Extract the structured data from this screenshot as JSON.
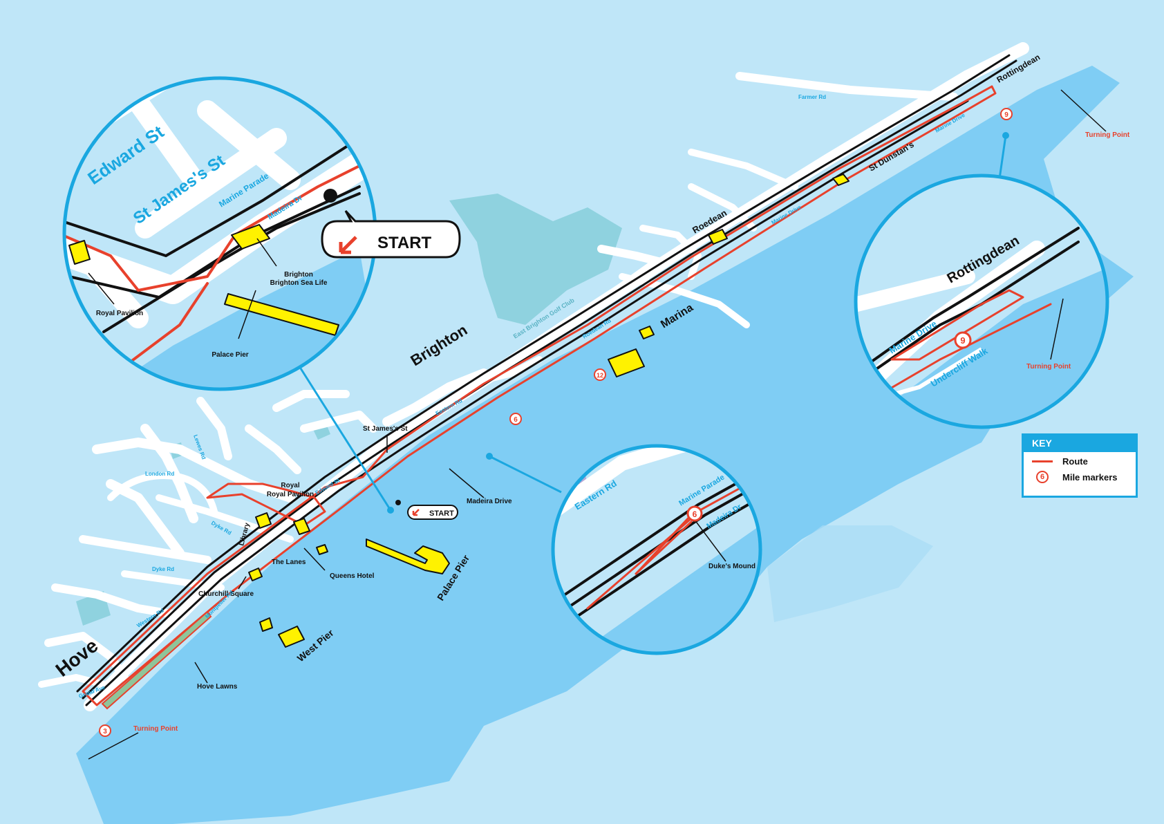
{
  "map": {
    "colors": {
      "sea_light": "#bfe6f8",
      "sea": "#7fcdf4",
      "land": "#bfe6f8",
      "park": "#8fd2df",
      "road": "#ffffff",
      "route": "#e8412c",
      "accent": "#1aa7e0",
      "building": "#fff200",
      "lawn": "#8fc49a"
    },
    "areas": {
      "hove": "Hove",
      "brighton": "Brighton",
      "rottingdean": "Rottingdean",
      "marina": "Marina"
    },
    "roads": {
      "farmer_rd": "Farmer Rd",
      "marine_drive_1": "Marine Drive",
      "marine_drive_2": "Marine Drive",
      "roedean_rd": "Roedean Rd",
      "eastern_rd": "Eastern Rd",
      "edward_st": "Edward St",
      "london_rd": "London Rd",
      "lewes_rd": "Lewes Rd",
      "dyke_rd": "Dyke Rd",
      "western_rd": "Western Rd",
      "grand_ave": "Grand Ave",
      "montpelier_rd": "Montpelier Rd",
      "dyke_rd2": "Dyke Rd",
      "golf_club": "East Brighton Golf Club"
    },
    "landmarks": {
      "st_dunstans": "St Dunstan's",
      "roedean": "Roedean",
      "st_jamess_st": "St James's St",
      "madeira_drive": "Madeira Drive",
      "royal_pavilion": "Royal Pavilion",
      "library": "Library",
      "the_lanes": "The Lanes",
      "queens_hotel": "Queens Hotel",
      "churchill_square": "Churchill Square",
      "palace_pier": "Palace Pier",
      "west_pier": "West Pier",
      "hove_lawns": "Hove Lawns",
      "turning_point_west": "Turning Point",
      "turning_point_east": "Turning Point"
    },
    "start_label": "START",
    "mile_markers": [
      "3",
      "6",
      "9",
      "12"
    ]
  },
  "inset_start": {
    "edward_st": "Edward St",
    "st_jamess_st": "St James's St",
    "marine_parade": "Marine Parade",
    "madeira_dr": "Madeira Dr",
    "brighton_sea_life": "Brighton Sea Life",
    "royal_pavilion": "Royal Pavilion",
    "palace_pier": "Palace Pier",
    "start": "START"
  },
  "inset_rottingdean": {
    "title": "Rottingdean",
    "marine_drive": "Marine Drive",
    "undercliff_walk": "Undercliff Walk",
    "turning_point": "Turning Point",
    "mile_marker": "9"
  },
  "inset_dukes": {
    "eastern_rd": "Eastern Rd",
    "marine_parade": "Marine Parade",
    "madeira_dr": "Madeira Dr",
    "dukes_mound": "Duke's Mound",
    "mile_marker": "6"
  },
  "key": {
    "title": "KEY",
    "route": "Route",
    "mile_markers": "Mile markers",
    "marker_sample": "6"
  }
}
